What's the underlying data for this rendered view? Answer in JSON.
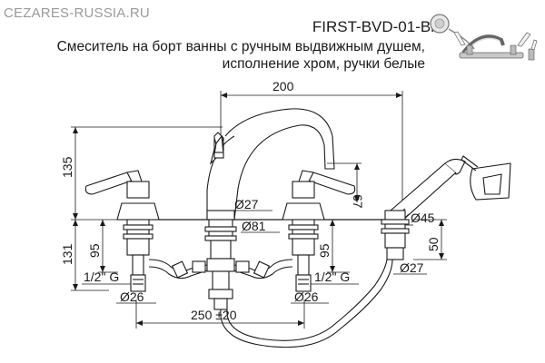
{
  "header": {
    "site": "CEZARES-RUSSIA.RU",
    "model": "FIRST-BVD-01-Bi",
    "description_line1": "Смеситель на борт ванны с ручным выдвижным душем,",
    "description_line2": "исполнение хром, ручки белые"
  },
  "dimensions": {
    "width_total": "200",
    "height_top": "135",
    "height_bottom": "131",
    "spout_height": "67",
    "body_depth_left": "95",
    "body_depth_right": "95",
    "spout_diameter": "Ø27",
    "base_diameter": "Ø81",
    "shower_base_diameter": "Ø45",
    "shower_depth": "50",
    "hose_diameter": "Ø27",
    "thread_left": "1/2\" G",
    "thread_right": "1/2\" G",
    "pipe_left": "Ø26",
    "pipe_right": "Ø26",
    "spacing": "250 ±20"
  }
}
